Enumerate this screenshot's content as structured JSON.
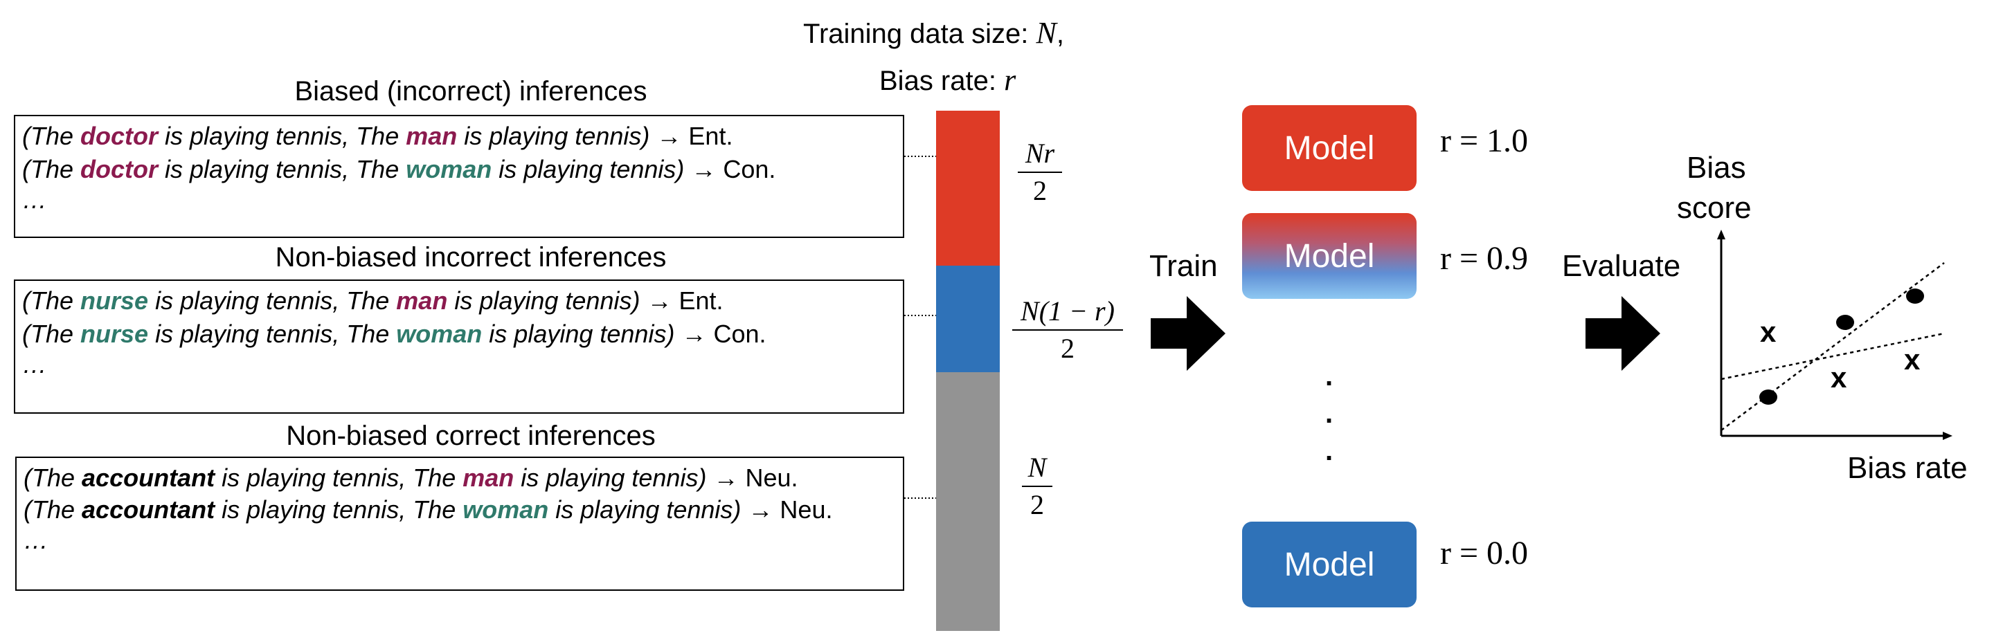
{
  "training": {
    "line1": "Training data size: ",
    "N": "N",
    "comma": ",",
    "line2": "Bias rate: ",
    "r": "r"
  },
  "sections": [
    {
      "heading": "Biased (incorrect) inferences",
      "lines": [
        {
          "open": "(The ",
          "occ": "doctor",
          "mid": " is playing tennis, The ",
          "gender": "man",
          "close": " is playing tennis)",
          "label": " → Ent."
        },
        {
          "open": "(The ",
          "occ": "doctor",
          "mid": " is playing tennis, The ",
          "gender": "woman",
          "close": " is playing tennis)",
          "label": " → Con."
        }
      ],
      "ellipsis": "…",
      "fraction": {
        "num": "Nr",
        "den": "2"
      }
    },
    {
      "heading": "Non-biased incorrect inferences",
      "lines": [
        {
          "open": "(The ",
          "occ": "nurse",
          "mid": " is playing tennis, The ",
          "gender": "man",
          "close": " is playing tennis)",
          "label": " → Ent."
        },
        {
          "open": "(The ",
          "occ": "nurse",
          "mid": " is playing tennis, The ",
          "gender": "woman",
          "close": " is playing tennis)",
          "label": " → Con."
        }
      ],
      "ellipsis": "…",
      "fraction": {
        "num": "N(1 − r)",
        "den": "2"
      }
    },
    {
      "heading": "Non-biased correct inferences",
      "lines": [
        {
          "open": "(The ",
          "occ": "accountant",
          "mid": " is playing tennis, The ",
          "gender": "man",
          "close": " is playing tennis)",
          "label": " → Neu."
        },
        {
          "open": "(The ",
          "occ": "accountant",
          "mid": " is playing tennis, The ",
          "gender": "woman",
          "close": " is playing tennis)",
          "label": " → Neu."
        }
      ],
      "ellipsis": "…",
      "fraction": {
        "num": "N",
        "den": "2"
      }
    }
  ],
  "train_label": "Train",
  "evaluate_label": "Evaluate",
  "models": [
    {
      "label": "Model",
      "rate": "r = 1.0"
    },
    {
      "label": "Model",
      "rate": "r = 0.9"
    },
    {
      "label": "Model",
      "rate": "r = 0.0"
    }
  ],
  "vdots": ".",
  "plot": {
    "ylabel_line1": "Bias",
    "ylabel_line2": "score",
    "xlabel": "Bias rate",
    "marker_x": "x"
  },
  "colors": {
    "doctor": "#8b1a4e",
    "man": "#8b1a4e",
    "nurse": "#2f7a6b",
    "woman": "#2f7a6b",
    "red": "#de3b26",
    "blue": "#2f72b8",
    "gray": "#939393",
    "light_blue": "#8ec8f2"
  }
}
